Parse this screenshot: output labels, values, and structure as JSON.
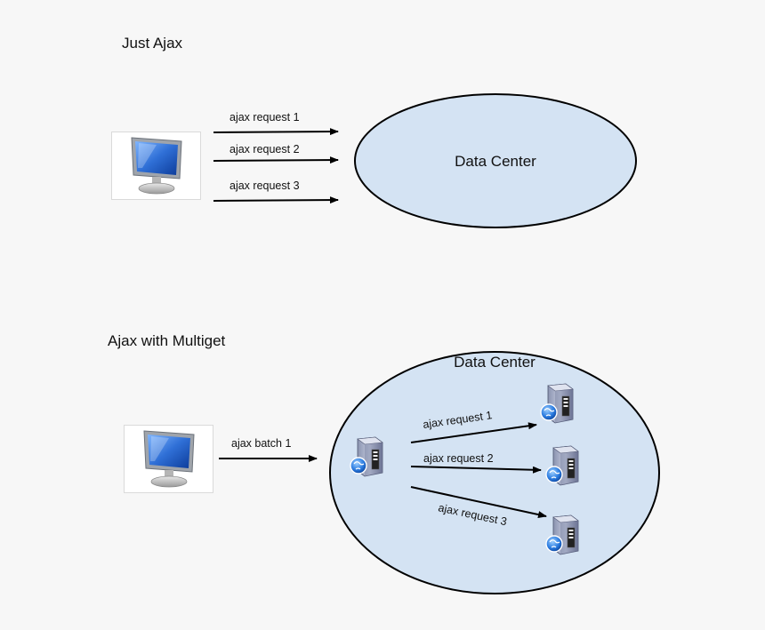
{
  "diagram": {
    "section_1": {
      "title": "Just Ajax",
      "data_center_label": "Data Center",
      "requests": [
        "ajax request 1",
        "ajax request 2",
        "ajax request 3"
      ]
    },
    "section_2": {
      "title": "Ajax with Multiget",
      "data_center_label": "Data Center",
      "batch_label": "ajax batch 1",
      "requests": [
        "ajax request 1",
        "ajax request 2",
        "ajax request 3"
      ]
    },
    "colors": {
      "ellipse_fill": "#d4e3f3",
      "ellipse_stroke": "#000000",
      "arrow": "#000000",
      "monitor_screen": "#2f6fd6"
    },
    "icons": {
      "client": "computer-monitor-icon",
      "server": "web-server-icon"
    }
  }
}
